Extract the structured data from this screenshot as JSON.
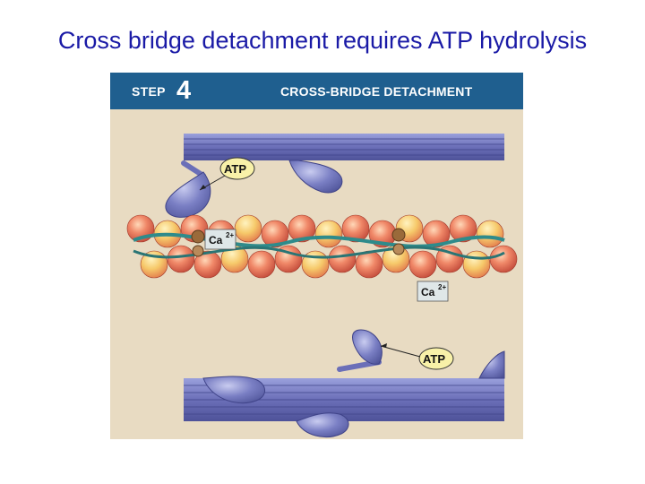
{
  "slide": {
    "title": "Cross bridge detachment requires ATP hydrolysis"
  },
  "figure": {
    "step_label": "STEP",
    "step_number": "4",
    "step_name": "CROSS-BRIDGE DETACHMENT",
    "labels": {
      "atp_top": "ATP",
      "atp_bottom": "ATP",
      "ca_left": "Ca",
      "ca_left_sup": "2+",
      "ca_right": "Ca",
      "ca_right_sup": "2+"
    },
    "colors": {
      "banner": "#1f5f8f",
      "background": "#e8dbc2",
      "thick_filament": "#6b6fb8",
      "myosin_head": "#7a7fc4",
      "actin_bead": "#e8735a",
      "actin_highlight": "#f6c96a",
      "tropomyosin": "#2e8b8b",
      "label_fill": "#f8f1a8"
    }
  }
}
